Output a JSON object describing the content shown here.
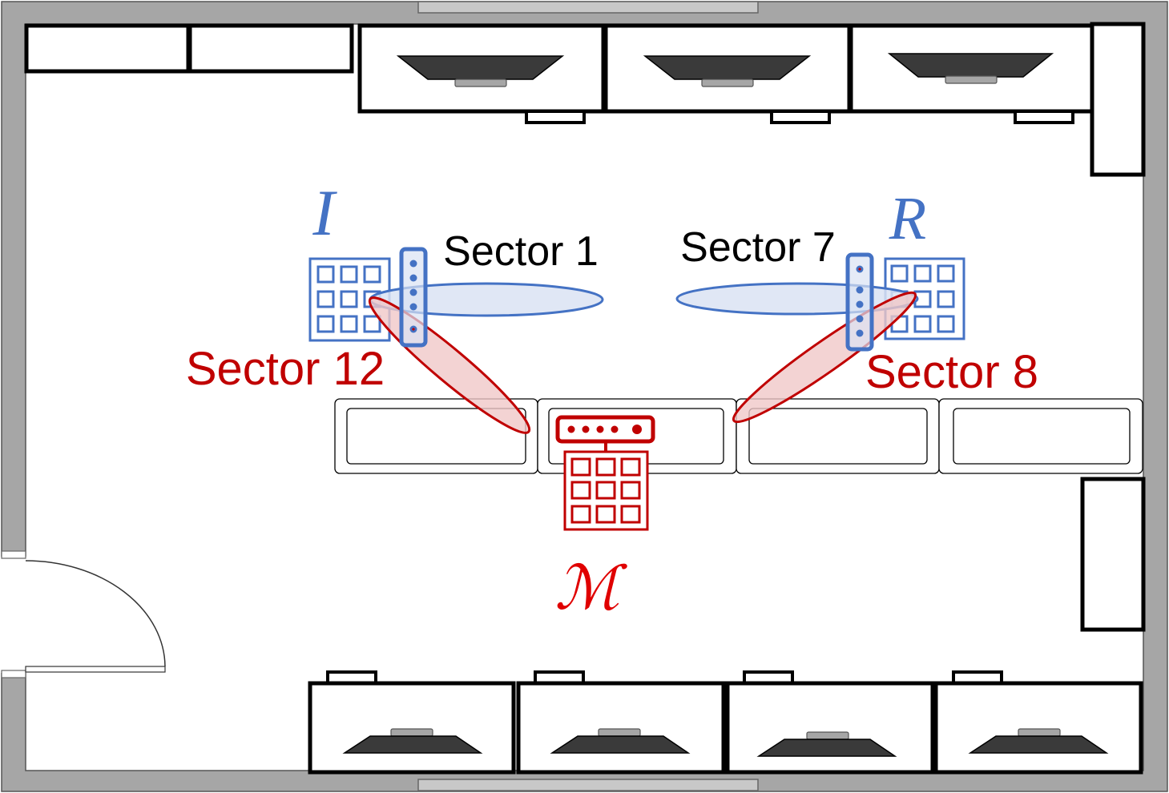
{
  "labels": {
    "sector_1": "Sector 1",
    "sector_7": "Sector 7",
    "sector_12": "Sector 12",
    "sector_8": "Sector 8",
    "node_initiator": "I",
    "node_responder": "R",
    "node_monitor": "ℳ"
  },
  "colors": {
    "blue": "#4472c4",
    "blue_fill": "#dae3f3",
    "red": "#c00000",
    "red_fill": "#f0c8c8",
    "wall": "#a6a6a6",
    "monitor_screen": "#3a3a3a",
    "monitor_stand": "#a6a6a6"
  }
}
